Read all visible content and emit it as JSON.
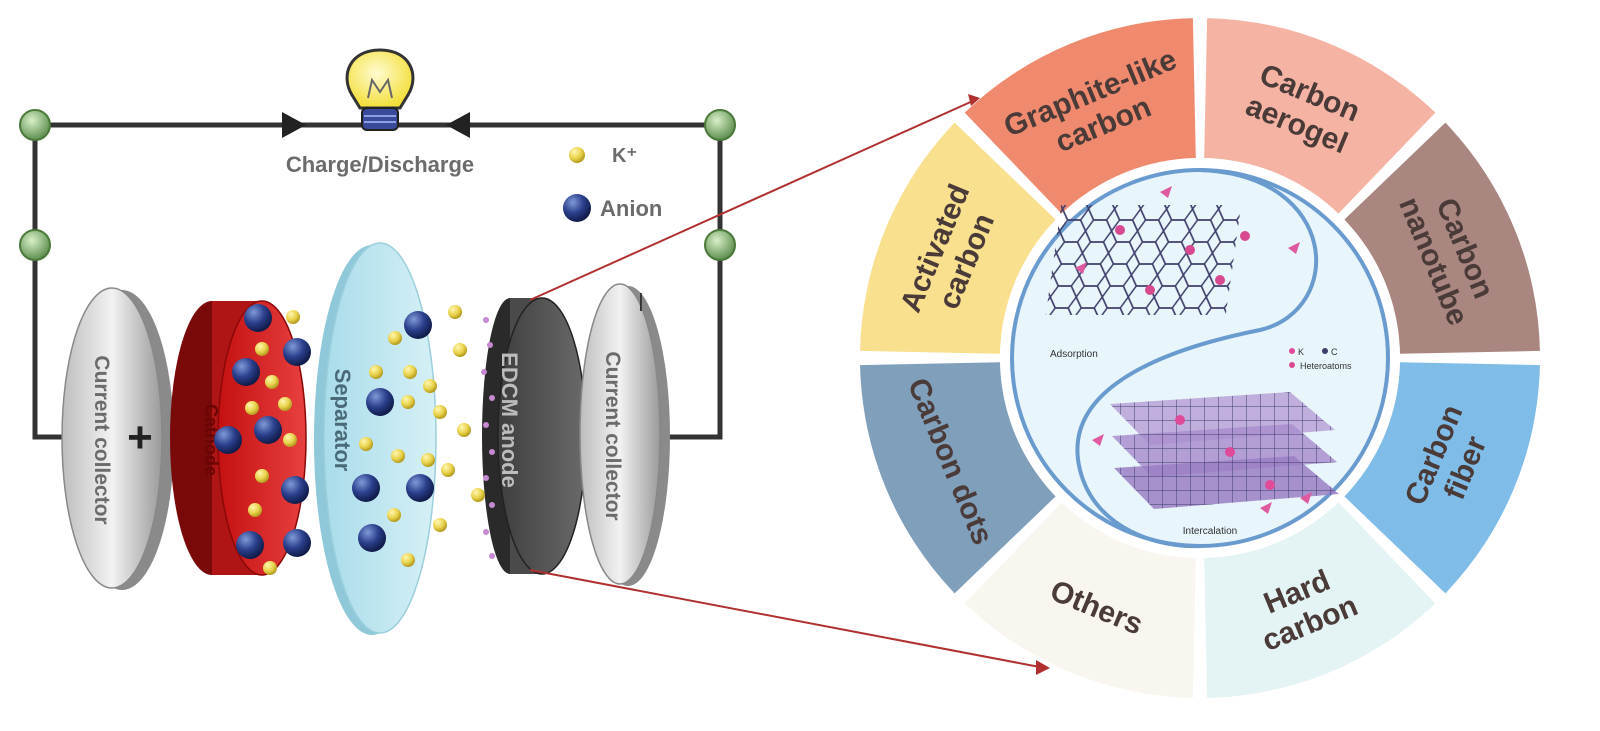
{
  "circuit": {
    "label": "Charge/Discharge"
  },
  "legend": {
    "cation": "K⁺",
    "anion": "Anion",
    "cation_color": "#e8d24a",
    "anion_color": "#2b3f8c"
  },
  "cell": {
    "left_collector": "Current collector",
    "plus_sign": "+",
    "cathode": "Cathode",
    "separator": "Separator",
    "anode": "EDCM anode",
    "right_collector": "Current collector",
    "minus_sign": "—"
  },
  "wheel": {
    "segments": [
      {
        "label_lines": [
          "Carbon",
          "aerogel"
        ],
        "color": "#f5b3a3"
      },
      {
        "label_lines": [
          "Carbon",
          "nanotube"
        ],
        "color": "#a98680"
      },
      {
        "label_lines": [
          "Carbon",
          "fiber"
        ],
        "color": "#7fbde8"
      },
      {
        "label_lines": [
          "Hard",
          "carbon"
        ],
        "color": "#e4f3f3"
      },
      {
        "label_lines": [
          "Others"
        ],
        "color": "#f8f6ef"
      },
      {
        "label_lines": [
          "Carbon dots"
        ],
        "color": "#7f9fbb"
      },
      {
        "label_lines": [
          "Activated",
          "carbon"
        ],
        "color": "#f8e08e"
      },
      {
        "label_lines": [
          "Graphite-like",
          "carbon"
        ],
        "color": "#f08a6e"
      }
    ],
    "inner": {
      "adsorption_label": "Adsorption",
      "intercalation_label": "Intercalation",
      "legend_k": "K",
      "legend_c": "C",
      "legend_heteroatoms": "Heteroatoms"
    }
  }
}
